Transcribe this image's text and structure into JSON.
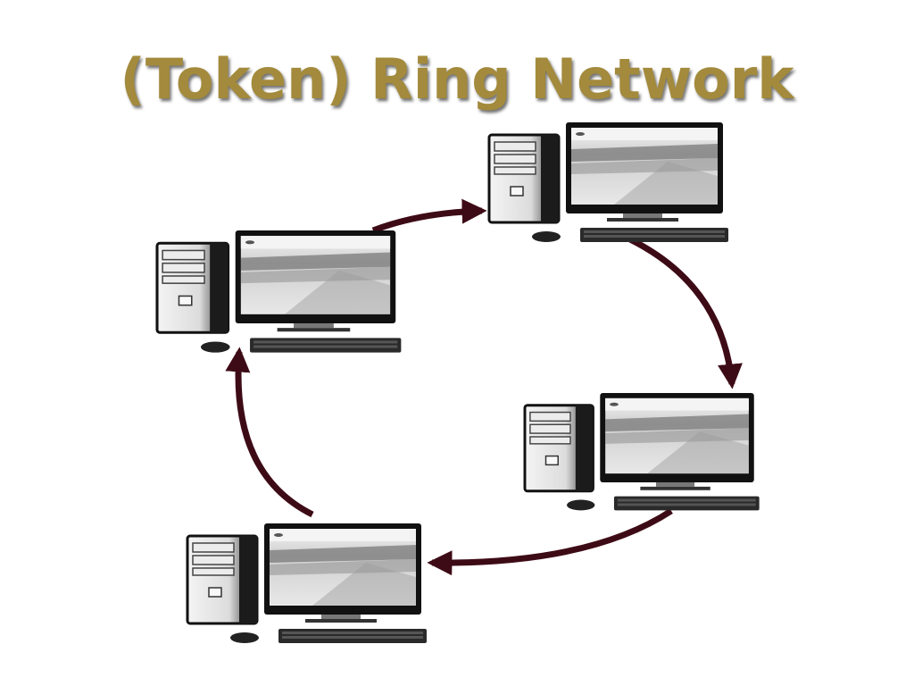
{
  "slide": {
    "title": "(Token) Ring Network"
  },
  "colors": {
    "title": "#a38a3c",
    "arrow": "#3d0b16",
    "monitor_frame": "#111111",
    "tower": "#1a1a1a"
  },
  "diagram": {
    "nodes": [
      {
        "name": "computer-top-right",
        "icon": "desktop-computer-icon"
      },
      {
        "name": "computer-right",
        "icon": "desktop-computer-icon"
      },
      {
        "name": "computer-bottom-left",
        "icon": "desktop-computer-icon"
      },
      {
        "name": "computer-left",
        "icon": "desktop-computer-icon"
      }
    ],
    "links": [
      {
        "from": "computer-left",
        "to": "computer-top-right",
        "direction": "clockwise"
      },
      {
        "from": "computer-top-right",
        "to": "computer-right",
        "direction": "clockwise"
      },
      {
        "from": "computer-right",
        "to": "computer-bottom-left",
        "direction": "clockwise"
      },
      {
        "from": "computer-bottom-left",
        "to": "computer-left",
        "direction": "clockwise"
      }
    ]
  }
}
